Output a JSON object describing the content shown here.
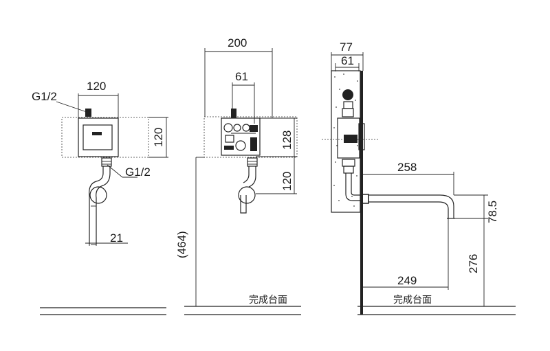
{
  "labels": {
    "thread_top": "G1/2",
    "thread_bottom": "G1/2",
    "dim_120_top": "120",
    "dim_120_side": "120",
    "dim_21": "21",
    "dim_200": "200",
    "dim_61_front": "61",
    "dim_128": "128",
    "dim_120_drop": "120",
    "dim_464": "(464)",
    "dim_77": "77",
    "dim_61_side": "61",
    "dim_258": "258",
    "dim_78_5": "78.5",
    "dim_276": "276",
    "dim_249": "249",
    "countertop_mid": "完成台面",
    "countertop_right": "完成台面"
  }
}
